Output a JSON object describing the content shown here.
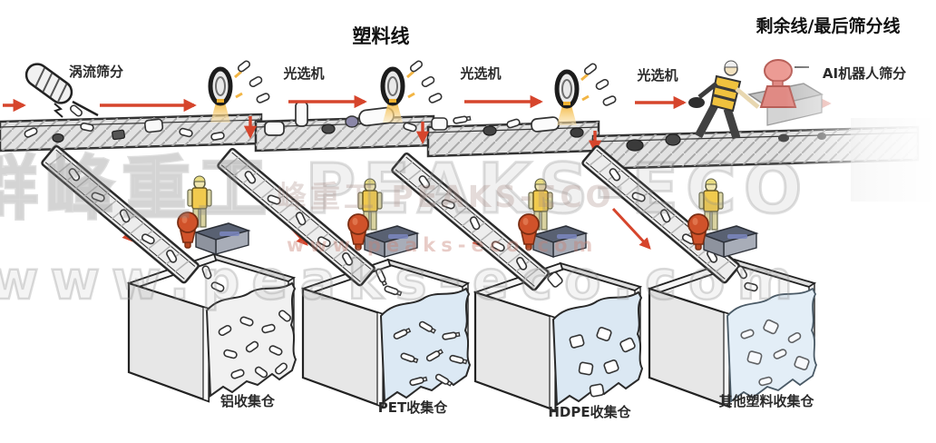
{
  "titles": {
    "plastic_line": "塑料线",
    "residual_line": "剩余线/最后筛分线"
  },
  "stations": {
    "eddy_current_label": "涡流筛分",
    "optical_sorter_label_1": "光选机",
    "optical_sorter_label_2": "光选机",
    "optical_sorter_label_3": "光选机",
    "ai_robot_label": "AI机器人筛分"
  },
  "bins": [
    {
      "label": "铝收集仓"
    },
    {
      "label": "PET收集仓"
    },
    {
      "label": "HDPE收集仓"
    },
    {
      "label": "其他塑料收集仓"
    }
  ],
  "watermarks": {
    "brand_large": "群峰重工 PEAKS-ECO",
    "brand_mid": "峰重工 PEAKS-ECO",
    "url_small": "www.peaks-eco.com",
    "url_large": "www.peaks-eco.com"
  },
  "colors": {
    "arrow_red": "#d6452c",
    "beam_yellow": "#f3b83e",
    "gripper_orange": "#d0522a",
    "robot_pink": "#ec9b94",
    "vest_yellow": "#f1ca4e",
    "pet_blue": "#dce9f4",
    "belt_gray": "#e2e2e2"
  }
}
